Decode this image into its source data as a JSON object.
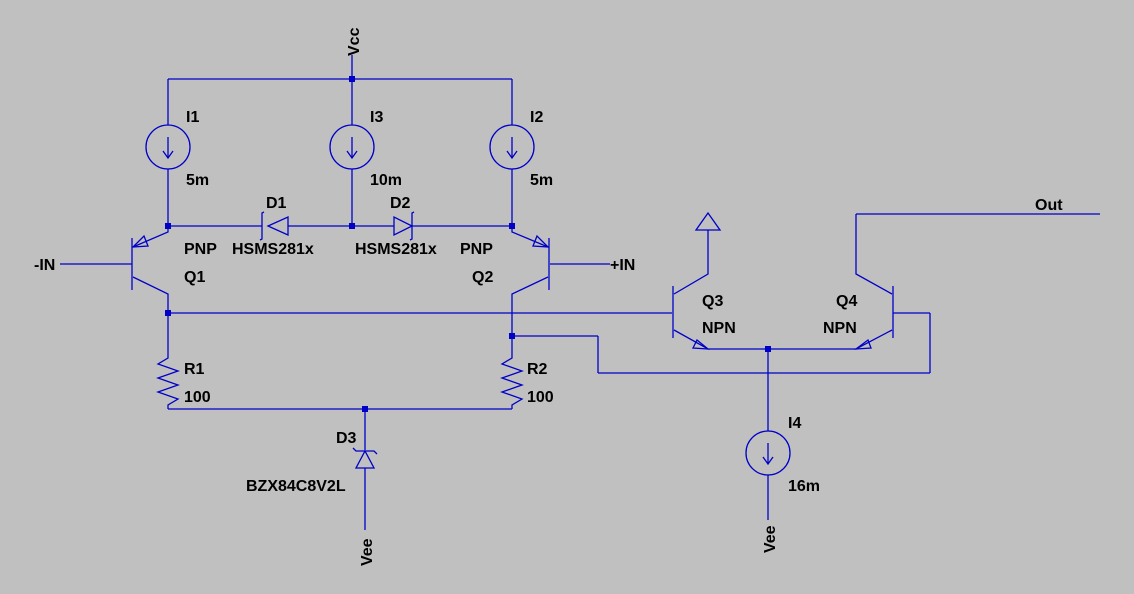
{
  "colors": {
    "background": "#c0c0c0",
    "wire": "#0000c8",
    "text": "#000000"
  },
  "labels": {
    "vcc": "Vcc",
    "vee_left": "Vee",
    "vee_right": "Vee",
    "in_minus": "-IN",
    "in_plus": "+IN",
    "out": "Out"
  },
  "components": {
    "i1": {
      "name": "I1",
      "value": "5m"
    },
    "i2": {
      "name": "I2",
      "value": "5m"
    },
    "i3": {
      "name": "I3",
      "value": "10m"
    },
    "i4": {
      "name": "I4",
      "value": "16m"
    },
    "d1": {
      "name": "D1",
      "model": "HSMS281x"
    },
    "d2": {
      "name": "D2",
      "model": "HSMS281x"
    },
    "d3": {
      "name": "D3",
      "model": "BZX84C8V2L"
    },
    "q1": {
      "name": "Q1",
      "type": "PNP"
    },
    "q2": {
      "name": "Q2",
      "type": "PNP"
    },
    "q3": {
      "name": "Q3",
      "type": "NPN"
    },
    "q4": {
      "name": "Q4",
      "type": "NPN"
    },
    "r1": {
      "name": "R1",
      "value": "100"
    },
    "r2": {
      "name": "R2",
      "value": "100"
    }
  }
}
